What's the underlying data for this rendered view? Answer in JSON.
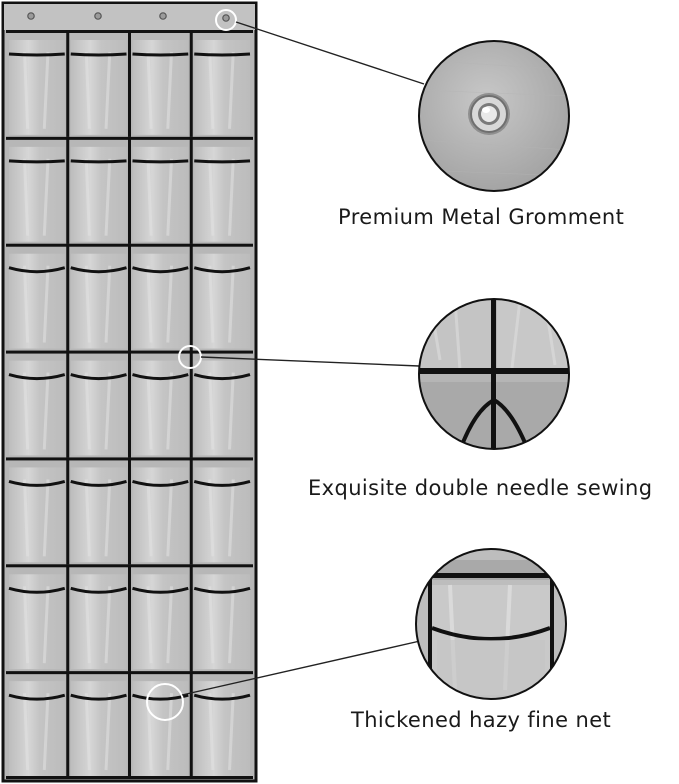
{
  "product": {
    "name": "over-the-door shoe organizer",
    "rows": 7,
    "columns": 4,
    "colors": {
      "fabric": "#b9b9b9",
      "pocket": "#c9c9c9",
      "pocket_highlight": "#e2e2e2",
      "binding": "#111111",
      "background": "#ffffff"
    }
  },
  "callouts": [
    {
      "label": "Premium Metal Gromment",
      "detail": "metal-grommet-closeup"
    },
    {
      "label": "Exquisite double needle sewing",
      "detail": "stitched-seam-closeup"
    },
    {
      "label": "Thickened hazy fine net",
      "detail": "pvc-pocket-closeup"
    }
  ]
}
